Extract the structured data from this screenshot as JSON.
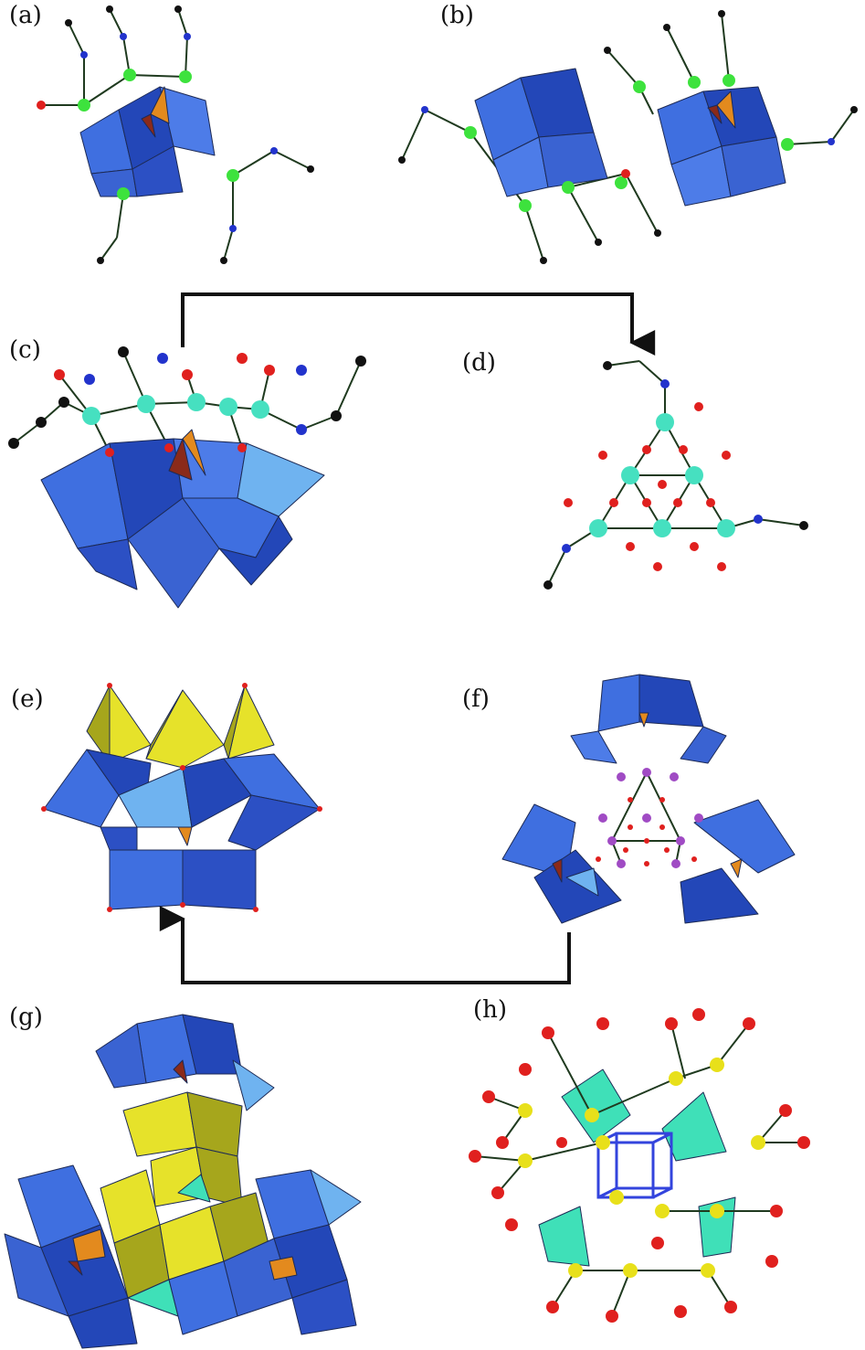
{
  "panels": [
    {
      "id": "a",
      "label": "(a)"
    },
    {
      "id": "b",
      "label": "(b)"
    },
    {
      "id": "c",
      "label": "(c)"
    },
    {
      "id": "d",
      "label": "(d)"
    },
    {
      "id": "e",
      "label": "(e)"
    },
    {
      "id": "f",
      "label": "(f)"
    },
    {
      "id": "g",
      "label": "(g)"
    },
    {
      "id": "h",
      "label": "(h)"
    }
  ],
  "arrows": [
    {
      "from": "c",
      "to": "d"
    },
    {
      "from": "f",
      "to": "e"
    }
  ],
  "colors": {
    "polyhedron_blue": "#3f6fe0",
    "polyhedron_blue_dark": "#2347b8",
    "polyhedron_light": "#6fb3f0",
    "polyhedron_yellow": "#e6e22a",
    "polyhedron_olive": "#a6a61c",
    "polyhedron_orange": "#e38a1e",
    "polyhedron_brown": "#8a2a1a",
    "tetra_teal": "#3fe0b8",
    "atom_green": "#3de23d",
    "atom_cyan": "#46e0c0",
    "atom_blue": "#2233cc",
    "atom_black": "#111111",
    "atom_red": "#e0201e",
    "atom_yellow": "#e8e01a",
    "atom_purple": "#a04bc4"
  }
}
